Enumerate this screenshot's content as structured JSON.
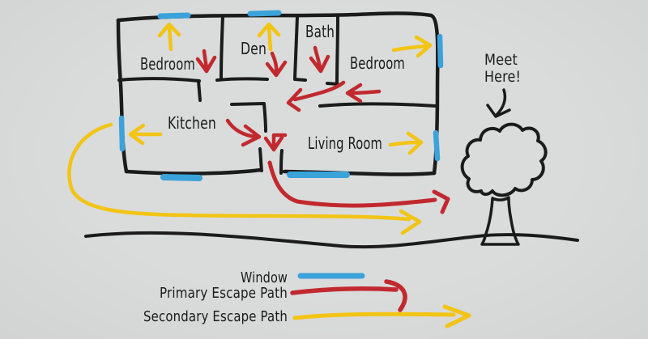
{
  "colors": {
    "background": "#dadbdb",
    "ink": "#1b1b1b",
    "window_blue": "#3ba2da",
    "primary_red": "#c1292f",
    "secondary_yellow": "#f2c414",
    "tree_green": "#259e3d",
    "trunk_brown": "#97693b"
  },
  "rooms": {
    "bedroom_left": "Bedroom",
    "den": "Den",
    "bath": "Bath",
    "bedroom_right": "Bedroom",
    "kitchen": "Kitchen",
    "living_room": "Living Room"
  },
  "meeting_point": {
    "line1": "Meet",
    "line2": "Here!"
  },
  "legend": {
    "window_label": "Window",
    "primary_label": "Primary Escape Path",
    "secondary_label": "Secondary Escape Path"
  }
}
